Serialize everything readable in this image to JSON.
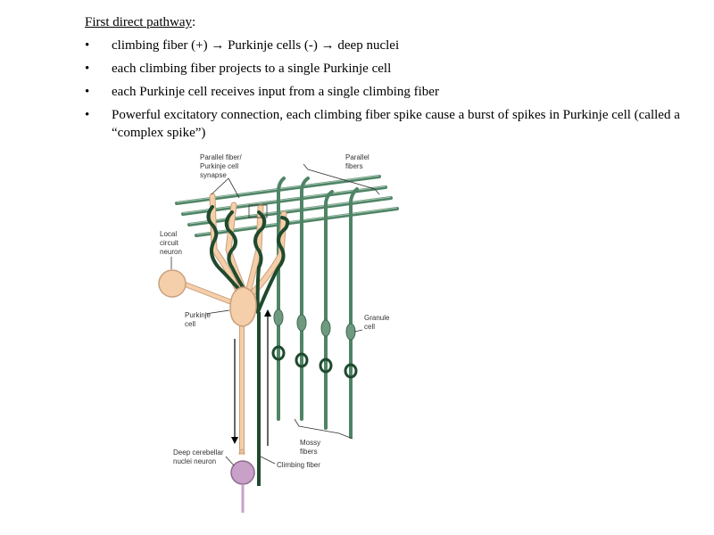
{
  "slide": {
    "heading": "First direct pathway",
    "heading_suffix": ":",
    "bullets": [
      "climbing fiber (+) → Purkinje cells (-) → deep nuclei",
      "each climbing fiber projects to a single Purkinje cell",
      "each Purkinje cell receives input from a single climbing fiber",
      "Powerful excitatory connection, each climbing fiber spike cause a burst of spikes in Purkinje cell (called a “complex spike”)"
    ],
    "bullet_symbol": "•"
  },
  "figure": {
    "labels": {
      "pf_synapse": [
        "Parallel fiber/",
        "Purkinje cell",
        "synapse"
      ],
      "parallel_fibers": [
        "Parallel",
        "fibers"
      ],
      "local_neuron": [
        "Local",
        "circuit",
        "neuron"
      ],
      "purkinje": [
        "Purkinje",
        "cell"
      ],
      "granule": [
        "Granule",
        "cell"
      ],
      "mossy": [
        "Mossy",
        "fibers"
      ],
      "deep_nuclei": [
        "Deep cerebellar",
        "nuclei neuron"
      ],
      "climbing": "Climbing fiber"
    },
    "colors": {
      "purkinje_fill": "#f5cfa9",
      "purkinje_stroke": "#c9a07c",
      "climbing_fiber": "#1f4a2e",
      "granule_green": "#4f8466",
      "deep_nucleus_fill": "#c8a0c8",
      "deep_nucleus_stroke": "#8e6b8e"
    }
  }
}
